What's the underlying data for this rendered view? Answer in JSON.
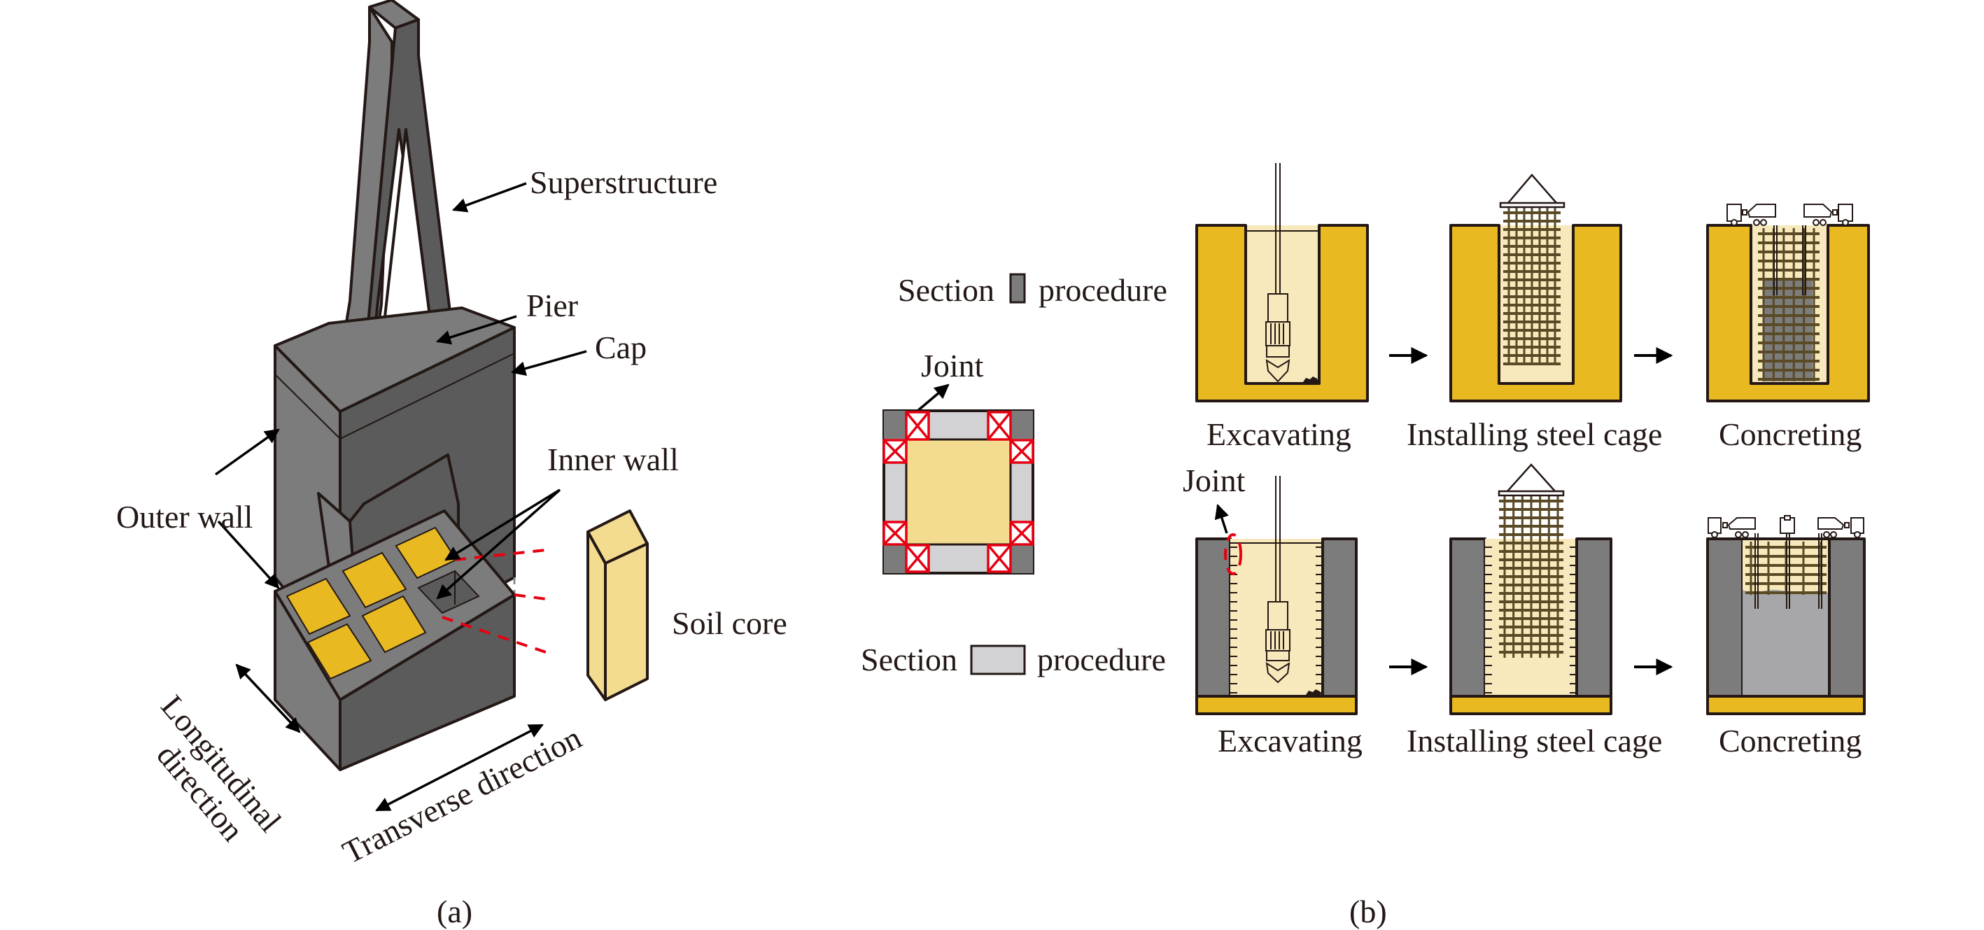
{
  "colors": {
    "dark_gray": "#5a5b5a",
    "mid_gray": "#7b7c7b",
    "light_gray": "#d2d2d4",
    "concrete_gray": "#a7a7a9",
    "gold": "#e8b921",
    "soil_light": "#f8e9bc",
    "soil_core": "#f3dc8f",
    "red": "#e60012",
    "ink": "#231815"
  },
  "panel_a": {
    "caption": "(a)",
    "labels": {
      "superstructure": "Superstructure",
      "pier": "Pier",
      "cap": "Cap",
      "outer_wall": "Outer wall",
      "inner_wall": "Inner wall",
      "soil_core": "Soil core",
      "longitudinal_line1": "Longitudinal",
      "longitudinal_line2": "direction",
      "transverse": "Transverse direction"
    }
  },
  "panel_b": {
    "caption": "(b)",
    "plan_joint_label": "Joint",
    "rows": [
      {
        "legend_left": "Section",
        "legend_right": "procedure",
        "legend_swatch": "dark-gray",
        "steps": [
          "Excavating",
          "Installing steel cage",
          "Concreting"
        ]
      },
      {
        "legend_left": "Section",
        "legend_right": "procedure",
        "legend_swatch": "light-gray",
        "joint_label": "Joint",
        "steps": [
          "Excavating",
          "Installing steel cage",
          "Concreting"
        ]
      }
    ]
  }
}
